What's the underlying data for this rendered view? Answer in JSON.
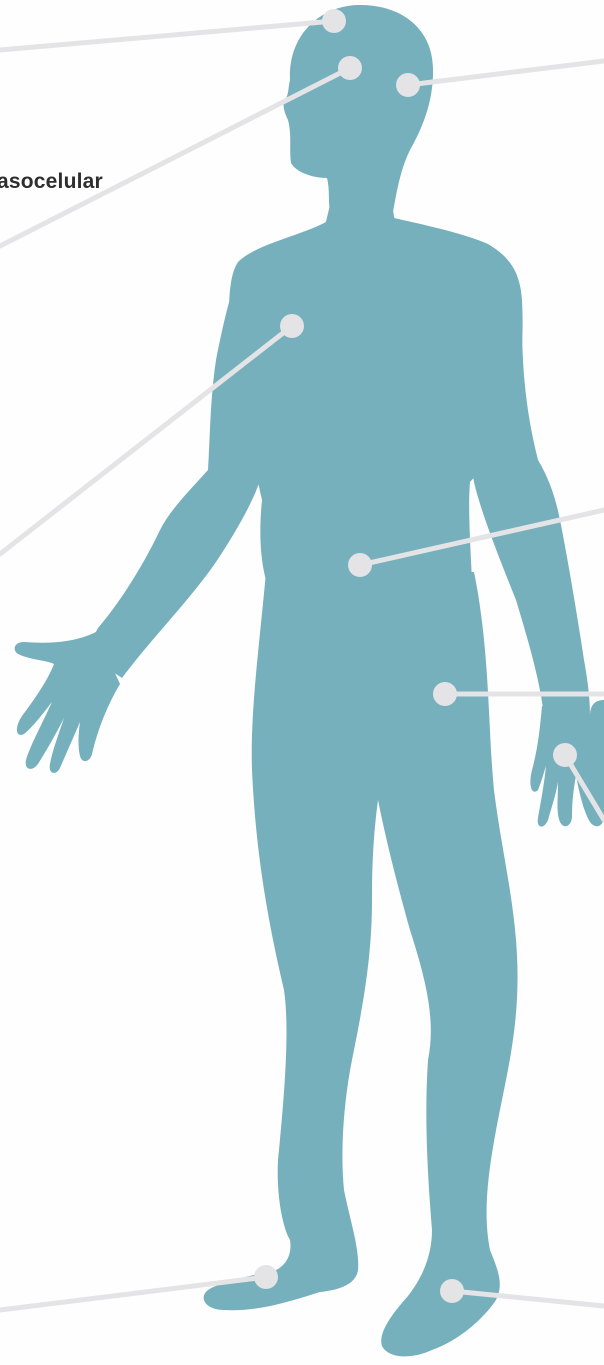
{
  "visible_label": "asocelular",
  "colors": {
    "silhouette": "#76b0bd",
    "leader_line": "#e4e4e6",
    "label_text": "#2e2e2e",
    "background": "#fefefe"
  },
  "markers": [
    {
      "name": "marker-head-top",
      "side": "left"
    },
    {
      "name": "marker-forehead",
      "side": "left"
    },
    {
      "name": "marker-scalp-back",
      "side": "right"
    },
    {
      "name": "marker-shoulder",
      "side": "left"
    },
    {
      "name": "marker-abdomen",
      "side": "right"
    },
    {
      "name": "marker-thigh",
      "side": "right"
    },
    {
      "name": "marker-hand",
      "side": "right"
    },
    {
      "name": "marker-foot-left",
      "side": "left"
    },
    {
      "name": "marker-foot-right",
      "side": "right"
    }
  ]
}
